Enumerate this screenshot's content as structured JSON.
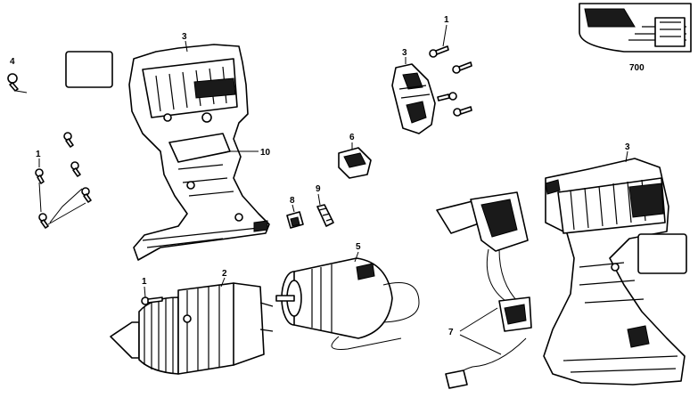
{
  "callouts": {
    "c700": "700",
    "c3_left": "3",
    "c3_mid": "3",
    "c3_right": "3",
    "c4": "4",
    "c1_left": "1",
    "c1_top": "1",
    "c1_front": "1",
    "c10": "10",
    "c6": "6",
    "c8": "8",
    "c9": "9",
    "c5": "5",
    "c2": "2",
    "c7": "7"
  }
}
